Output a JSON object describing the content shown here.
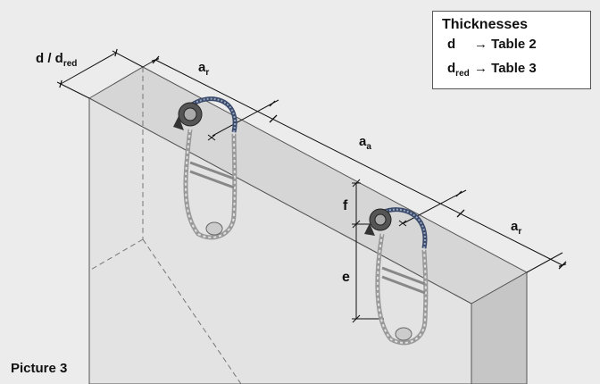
{
  "legend": {
    "title": "Thicknesses",
    "rows": [
      {
        "symbol": "d",
        "sub": "",
        "target": "→ Table 2"
      },
      {
        "symbol": "d",
        "sub": "red",
        "target": "→ Table 3"
      }
    ]
  },
  "caption": "Picture 3",
  "dimensions": {
    "thickness": {
      "main": "d / d",
      "sub": "red"
    },
    "edge_left": {
      "main": "a",
      "sub": "r"
    },
    "spacing": {
      "main": "a",
      "sub": "a"
    },
    "edge_right": {
      "main": "a",
      "sub": "r"
    },
    "f": "f",
    "e": "e"
  },
  "colors": {
    "background": "#ececec",
    "block_front": "#e6e6e6",
    "block_top": "#d9d9d9",
    "block_side": "#c7c7c7",
    "anchor": "#3a4a6a"
  }
}
